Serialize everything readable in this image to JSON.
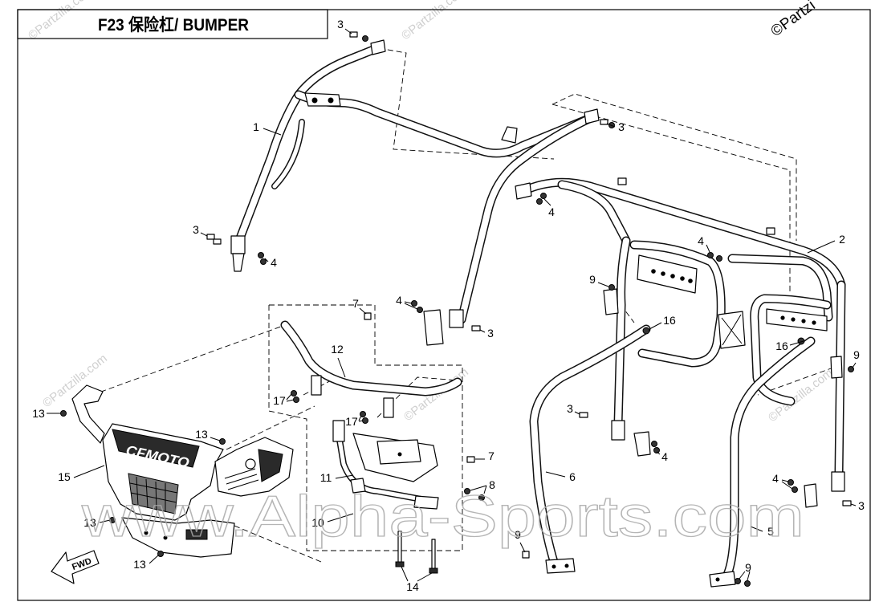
{
  "title": "F23 保险杠/ BUMPER",
  "watermarks": {
    "partzilla": "©Partzilla.com",
    "partzilla_corner": "©Partzi",
    "alpha_sports": "www.Alpha-Sports.com"
  },
  "grille_logo": "CFMOTO",
  "fwd_label": "FWD",
  "callouts": [
    "3",
    "3",
    "1",
    "4",
    "2",
    "4",
    "3",
    "4",
    "9",
    "4",
    "7",
    "16",
    "3",
    "16",
    "9",
    "12",
    "13",
    "17",
    "17",
    "3",
    "13",
    "4",
    "7",
    "15",
    "11",
    "6",
    "4",
    "8",
    "3",
    "13",
    "10",
    "5",
    "9",
    "13",
    "9",
    "14"
  ]
}
